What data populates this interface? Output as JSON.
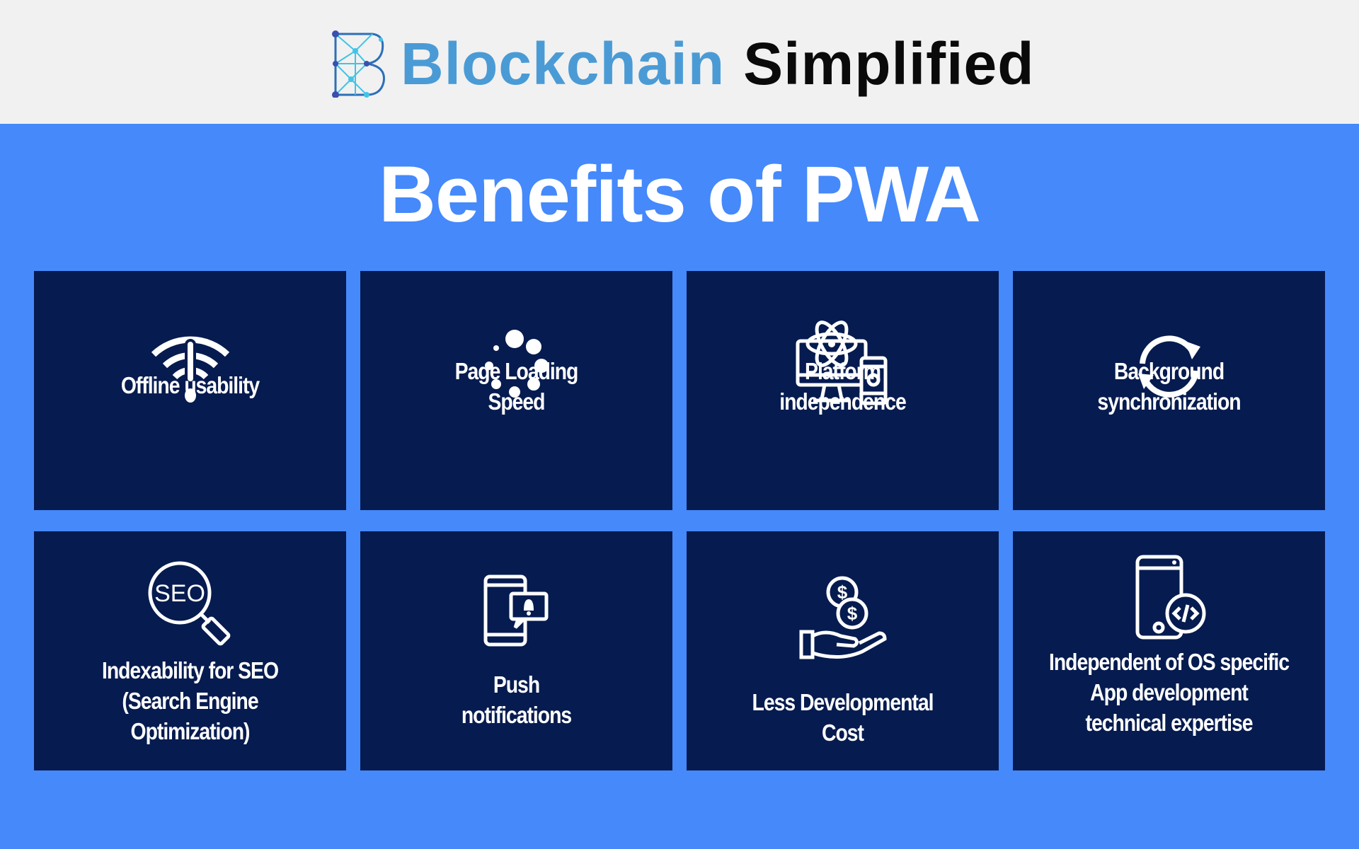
{
  "header": {
    "brand_part1": "Blockchain",
    "brand_part2": "Simplified"
  },
  "title": "Benefits of PWA",
  "colors": {
    "background": "#4589fb",
    "card": "#061b4f",
    "header_bg": "#f1f1f1",
    "brand_blue": "#4a9bd5"
  },
  "cards": [
    {
      "icon": "wifi-alert-icon",
      "lines": [
        "Offline usability"
      ]
    },
    {
      "icon": "loading-spinner-icon",
      "lines": [
        "Page Loading",
        "Speed"
      ]
    },
    {
      "icon": "multi-device-icon",
      "lines": [
        "Platform",
        "independence"
      ]
    },
    {
      "icon": "sync-icon",
      "lines": [
        "Background",
        "synchronization"
      ]
    },
    {
      "icon": "seo-magnifier-icon",
      "lines": [
        "Indexability for SEO",
        "(Search Engine",
        "Optimization)"
      ]
    },
    {
      "icon": "phone-notification-icon",
      "lines": [
        "Push",
        "notifications"
      ]
    },
    {
      "icon": "hand-coins-icon",
      "lines": [
        "Less Developmental",
        "Cost"
      ]
    },
    {
      "icon": "phone-code-icon",
      "lines": [
        "Independent of OS specific",
        "App development",
        "technical expertise"
      ]
    }
  ]
}
